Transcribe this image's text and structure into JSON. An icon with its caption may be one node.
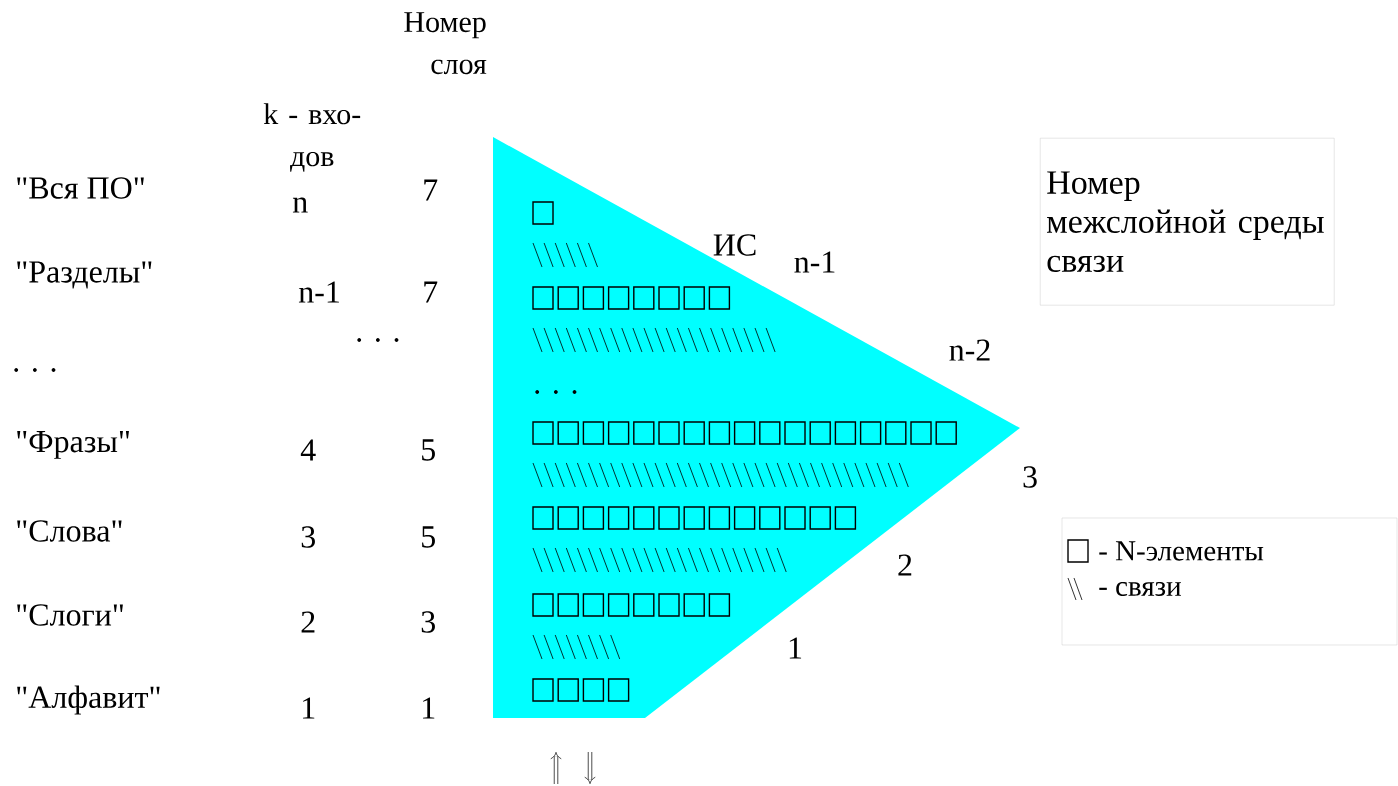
{
  "diagram": {
    "nodes": [
      {
        "text": [
          "ИС"
        ]
      },
      {
        "text": [
          "Номер межслойной среды связи"
        ]
      }
    ],
    "edges": [],
    "labels": [
      "Номер слоя",
      "k - вхо- дов",
      "\"Вся ПО\"",
      "n",
      "7",
      "\"Разделы\"",
      "n-1",
      "7",
      ". . .",
      ". . .",
      "\"Фразы\"",
      "4",
      "5",
      "\"Слова\"",
      "3",
      "5",
      "\"Слоги\"",
      "2",
      "3",
      "\"Алфавит\"",
      "1",
      "1",
      "n-1",
      "n-2",
      ". . .",
      "3",
      "2",
      "1"
    ],
    "legend": [
      {
        "text": "- N-элементы"
      },
      {
        "text": "- связи"
      }
    ]
  }
}
